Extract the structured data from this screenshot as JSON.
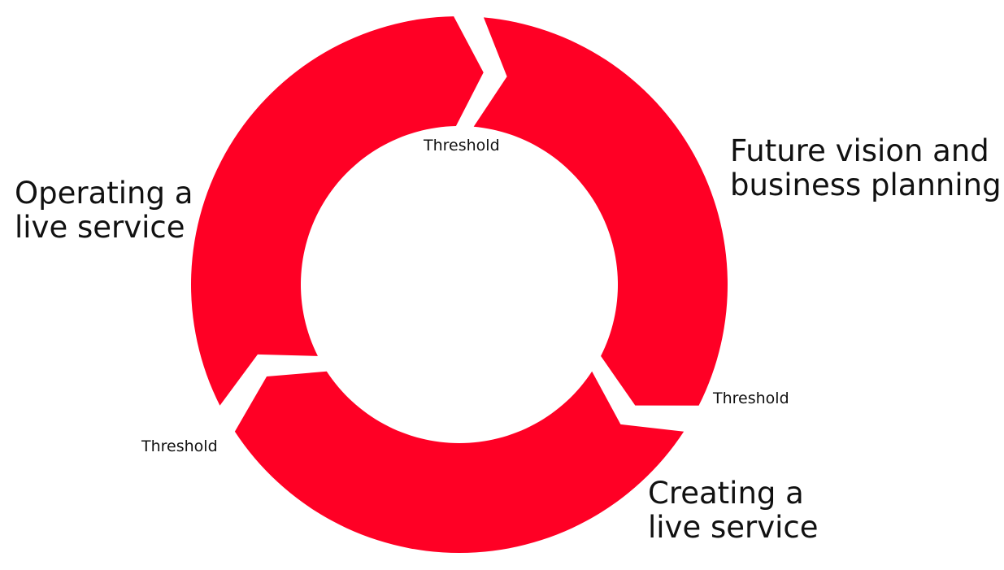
{
  "diagram": {
    "ring_color": "#FF0025",
    "background": "#FFFFFF",
    "phases": [
      {
        "id": "future",
        "lines": [
          "Future vision and",
          "business planning"
        ]
      },
      {
        "id": "creating",
        "lines": [
          "Creating a",
          "live service"
        ]
      },
      {
        "id": "operating",
        "lines": [
          "Operating a",
          "live service"
        ]
      }
    ],
    "thresholds": [
      {
        "id": "top",
        "label": "Threshold"
      },
      {
        "id": "right",
        "label": "Threshold"
      },
      {
        "id": "left",
        "label": "Threshold"
      }
    ]
  }
}
